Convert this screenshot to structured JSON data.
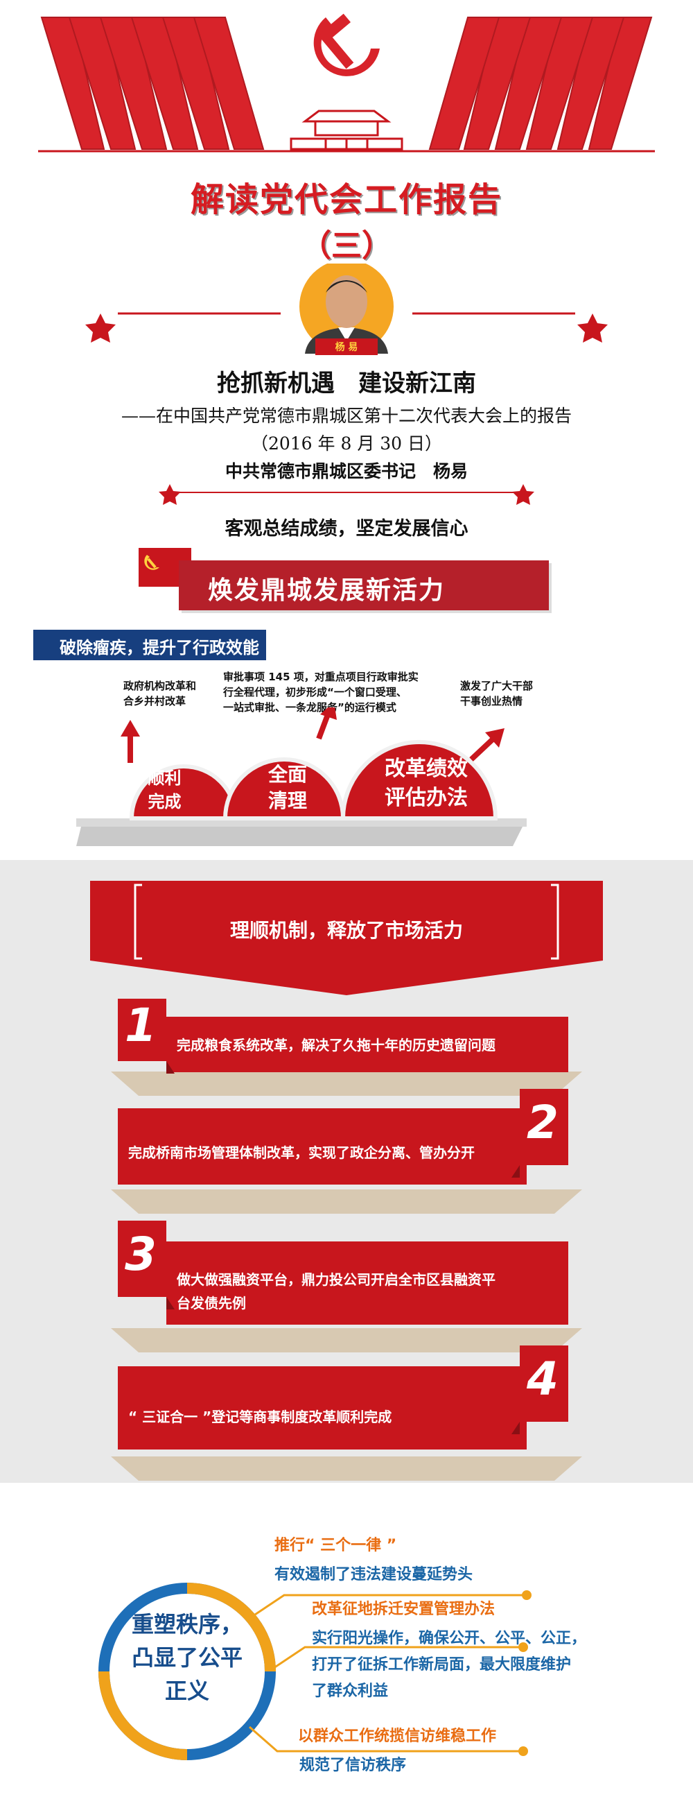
{
  "header": {
    "title": "解读党代会工作报告",
    "subtitle": "（三）",
    "portrait_caption": "杨 易"
  },
  "report": {
    "headline": "抢抓新机遇　建设新江南",
    "line1": "——在中国共产党常德市鼎城区第十二次代表大会上的报告",
    "line2": "（2016 年 8 月 30 日）",
    "line3": "中共常德市鼎城区委书记　杨易"
  },
  "section": {
    "heading": "客观总结成绩，坚定发展信心",
    "banner": "焕发鼎城发展新活力"
  },
  "admin": {
    "tag": "破除瘤疾，提升了行政效能",
    "notes": [
      "政府机构改革和\n合乡并村改革",
      "审批事项 145 项，对重点项目行政审批实\n行全程代理，初步形成“一个窗口受理、\n一站式审批、一条龙服务”的运行模式",
      "激发了广大干部\n干事创业热情"
    ],
    "domes": [
      "顺利\n完成",
      "全面\n清理",
      "改革绩效\n评估办法"
    ]
  },
  "market": {
    "title": "理顺机制，释放了市场活力",
    "steps": [
      {
        "num": "1",
        "text": "完成粮食系统改革，解决了久拖十年的历史遗留问题"
      },
      {
        "num": "2",
        "text": "完成桥南市场管理体制改革，实现了政企分离、管办分开"
      },
      {
        "num": "3",
        "text": "做大做强融资平台，鼎力投公司开启全市区县融资平\n台发债先例"
      },
      {
        "num": "4",
        "text": "“ 三证合一 ”登记等商事制度改革顺利完成"
      }
    ]
  },
  "order": {
    "circle": "重塑秩序，\n凸显了公平\n正义",
    "items": [
      {
        "head": "推行“ 三个一律 ”",
        "body": "有效遏制了违法建设蔓延势头"
      },
      {
        "head": "改革征地拆迁安置管理办法",
        "body": "实行阳光操作，确保公开、公平、公正，\n打开了征拆工作新局面，最大限度维护\n了群众利益"
      },
      {
        "head": "以群众工作统揽信访维稳工作",
        "body": "规范了信访秩序"
      }
    ]
  },
  "colors": {
    "red": "#c8161d",
    "dark_red": "#b5202a",
    "blue": "#173f7f",
    "orange": "#f0a21b"
  }
}
